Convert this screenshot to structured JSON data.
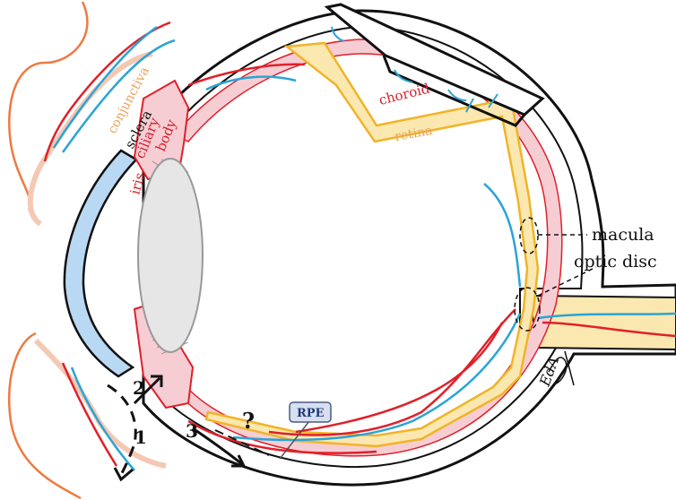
{
  "labels": {
    "conjunctiva": "conjunctiva",
    "sclera": "sclera",
    "iris": "iris",
    "ciliary": "ciliary",
    "body": "body",
    "choroid": "choroid",
    "retina": "retina",
    "macula": "macula",
    "optic_disc": "optic disc",
    "rpe": "RPE",
    "question": "?",
    "route1": "1",
    "route2": "2",
    "route3": "3",
    "signature": "EdA"
  },
  "colors": {
    "retina": "#fbe7b0",
    "retina_border": "#f0b428",
    "choroid": "#f7cdd4",
    "vessel_red": "#e0202a",
    "vessel_blue": "#2aa4d6",
    "cornea": "#b9d8f3",
    "lens": "#e6e6e6",
    "conjunctiva": "#f4c9b4",
    "eyelid": "#ee7a40",
    "rpe_tag": "#d7dff0"
  }
}
